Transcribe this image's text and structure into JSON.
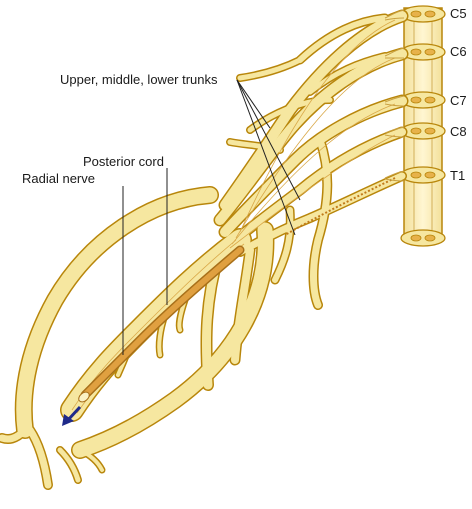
{
  "labels": {
    "c5": "C5",
    "c6": "C6",
    "c7": "C7",
    "c8": "C8",
    "t1": "T1",
    "trunks": "Upper, middle, lower trunks",
    "posterior_cord": "Posterior cord",
    "radial_nerve": "Radial nerve"
  },
  "colors": {
    "nerve_fill": "#f6e7a0",
    "nerve_outline": "#b8860b",
    "radial_fill": "#e0a040",
    "cord_fill": "#fbf1c4",
    "spine_fill": "#f8eab2",
    "leader": "#222222",
    "arrow": "#1f2a8a"
  }
}
